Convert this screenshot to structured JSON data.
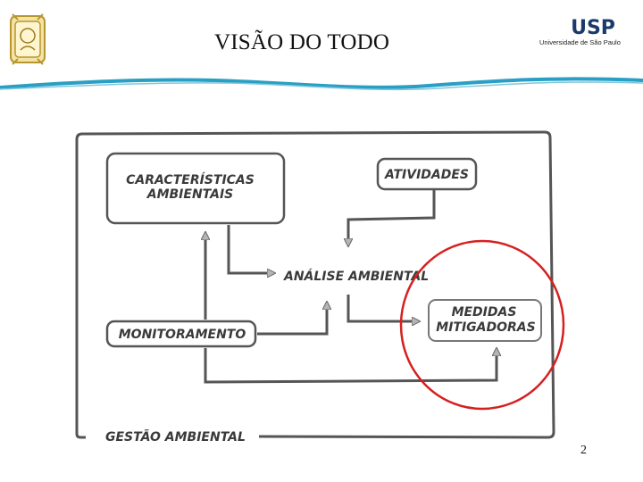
{
  "header": {
    "title": "VISÃO DO TODO",
    "usp_logo_text": "USP",
    "usp_caption": "Universidade de São Paulo"
  },
  "diagram": {
    "box_caracteristicas_line1": "CARACTERÍSTICAS",
    "box_caracteristicas_line2": "AMBIENTAIS",
    "box_atividades": "ATIVIDADES",
    "analise": "ANÁLISE AMBIENTAL",
    "box_medidas_line1": "MEDIDAS",
    "box_medidas_line2": "MITIGADORAS",
    "box_monitoramento": "MONITORAMENTO",
    "gestao": "GESTÃO AMBIENTAL"
  },
  "colors": {
    "highlight_circle": "#d62020",
    "wave": "#2a9fc4",
    "frame": "#555555"
  },
  "footer": {
    "page_number": "2"
  }
}
